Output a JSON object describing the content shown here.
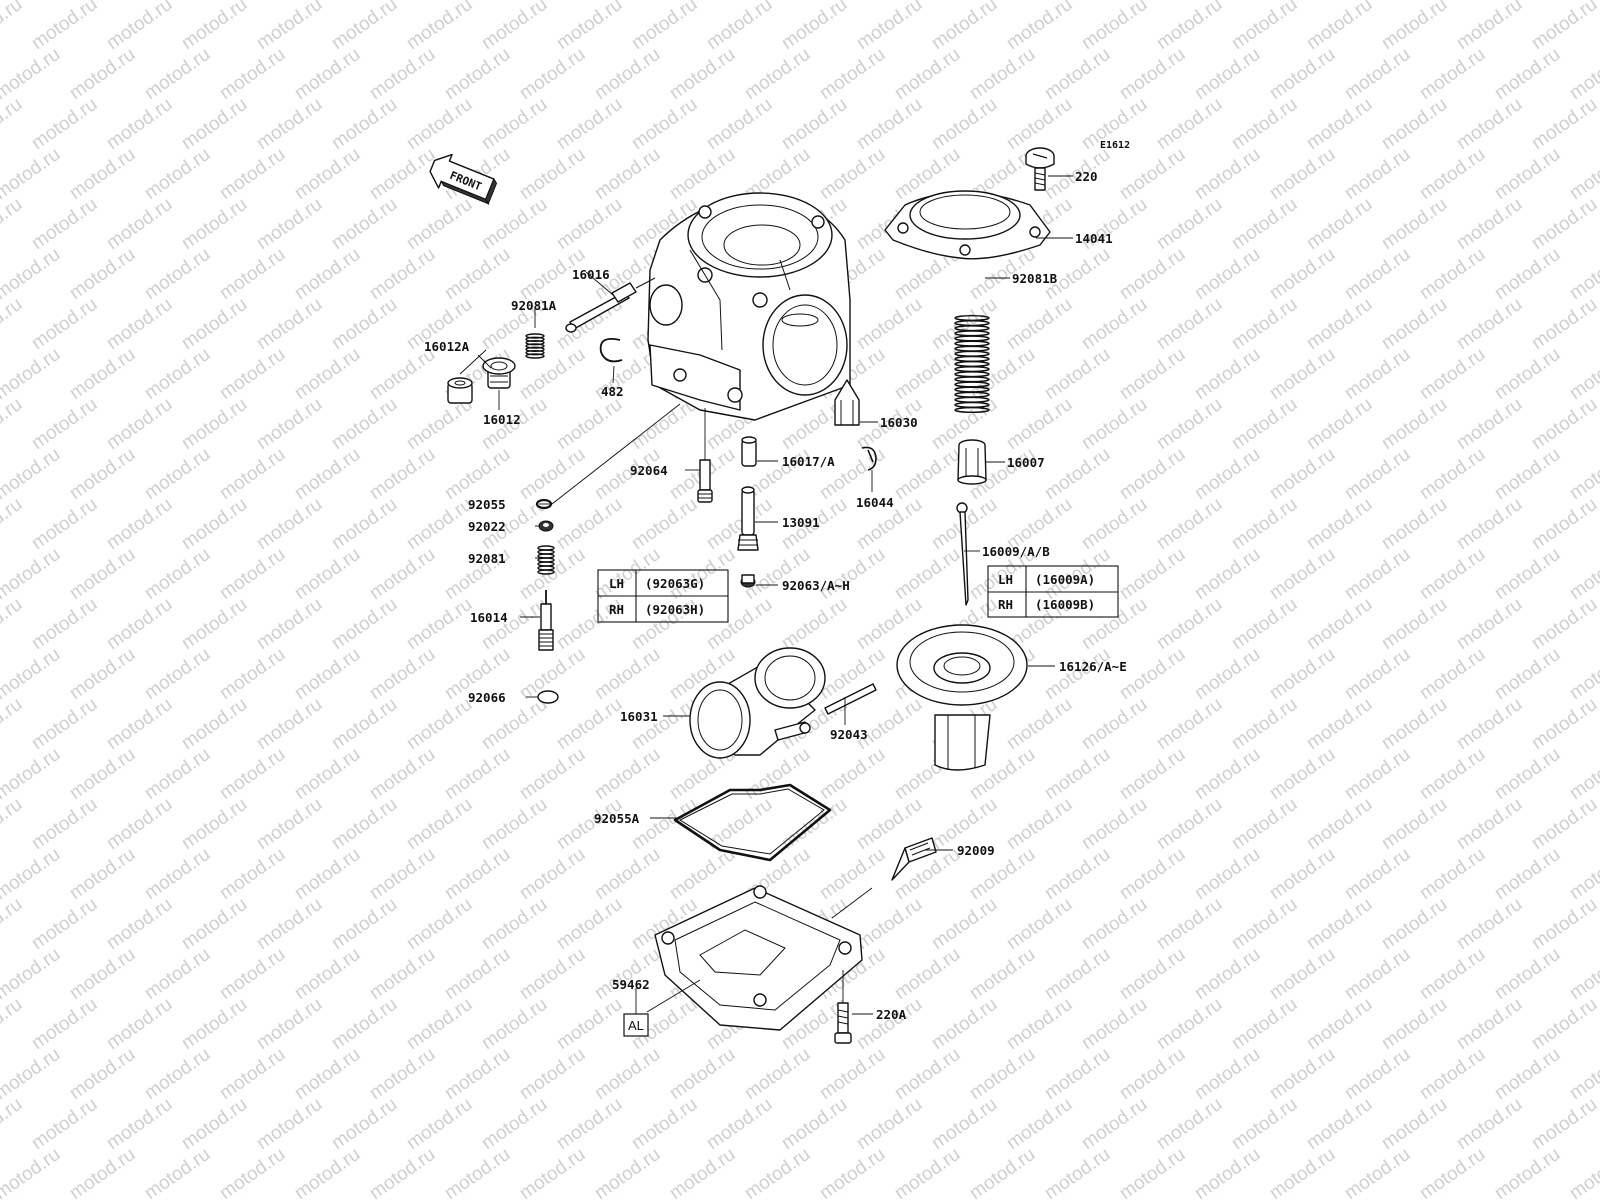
{
  "watermark": "motod.ru",
  "diagram_code": "E1612",
  "front_label": "FRONT",
  "material_tag": "AL",
  "parts": [
    {
      "key": "p220",
      "label": "220"
    },
    {
      "key": "p14041",
      "label": "14041"
    },
    {
      "key": "p16016",
      "label": "16016"
    },
    {
      "key": "p92081A",
      "label": "92081A"
    },
    {
      "key": "p16012A",
      "label": "16012A"
    },
    {
      "key": "p16012",
      "label": "16012"
    },
    {
      "key": "p482",
      "label": "482"
    },
    {
      "key": "p92081B",
      "label": "92081B"
    },
    {
      "key": "p16030",
      "label": "16030"
    },
    {
      "key": "p16017A",
      "label": "16017/A"
    },
    {
      "key": "p16007",
      "label": "16007"
    },
    {
      "key": "p92064",
      "label": "92064"
    },
    {
      "key": "p16044",
      "label": "16044"
    },
    {
      "key": "p92055",
      "label": "92055"
    },
    {
      "key": "p92022",
      "label": "92022"
    },
    {
      "key": "p13091",
      "label": "13091"
    },
    {
      "key": "p16009AB",
      "label": "16009/A/B"
    },
    {
      "key": "p92081",
      "label": "92081"
    },
    {
      "key": "p92063AH",
      "label": "92063/A~H"
    },
    {
      "key": "p16014",
      "label": "16014"
    },
    {
      "key": "p16126AE",
      "label": "16126/A~E"
    },
    {
      "key": "p92066",
      "label": "92066"
    },
    {
      "key": "p16031",
      "label": "16031"
    },
    {
      "key": "p92043",
      "label": "92043"
    },
    {
      "key": "p92055A",
      "label": "92055A"
    },
    {
      "key": "p92009",
      "label": "92009"
    },
    {
      "key": "p59462",
      "label": "59462"
    },
    {
      "key": "p220A",
      "label": "220A"
    }
  ],
  "tables": [
    {
      "key": "needle_jet_table",
      "rows": [
        [
          "LH",
          "(92063G)"
        ],
        [
          "RH",
          "(92063H)"
        ]
      ]
    },
    {
      "key": "jet_needle_table",
      "rows": [
        [
          "LH",
          "(16009A)"
        ],
        [
          "RH",
          "(16009B)"
        ]
      ]
    }
  ]
}
